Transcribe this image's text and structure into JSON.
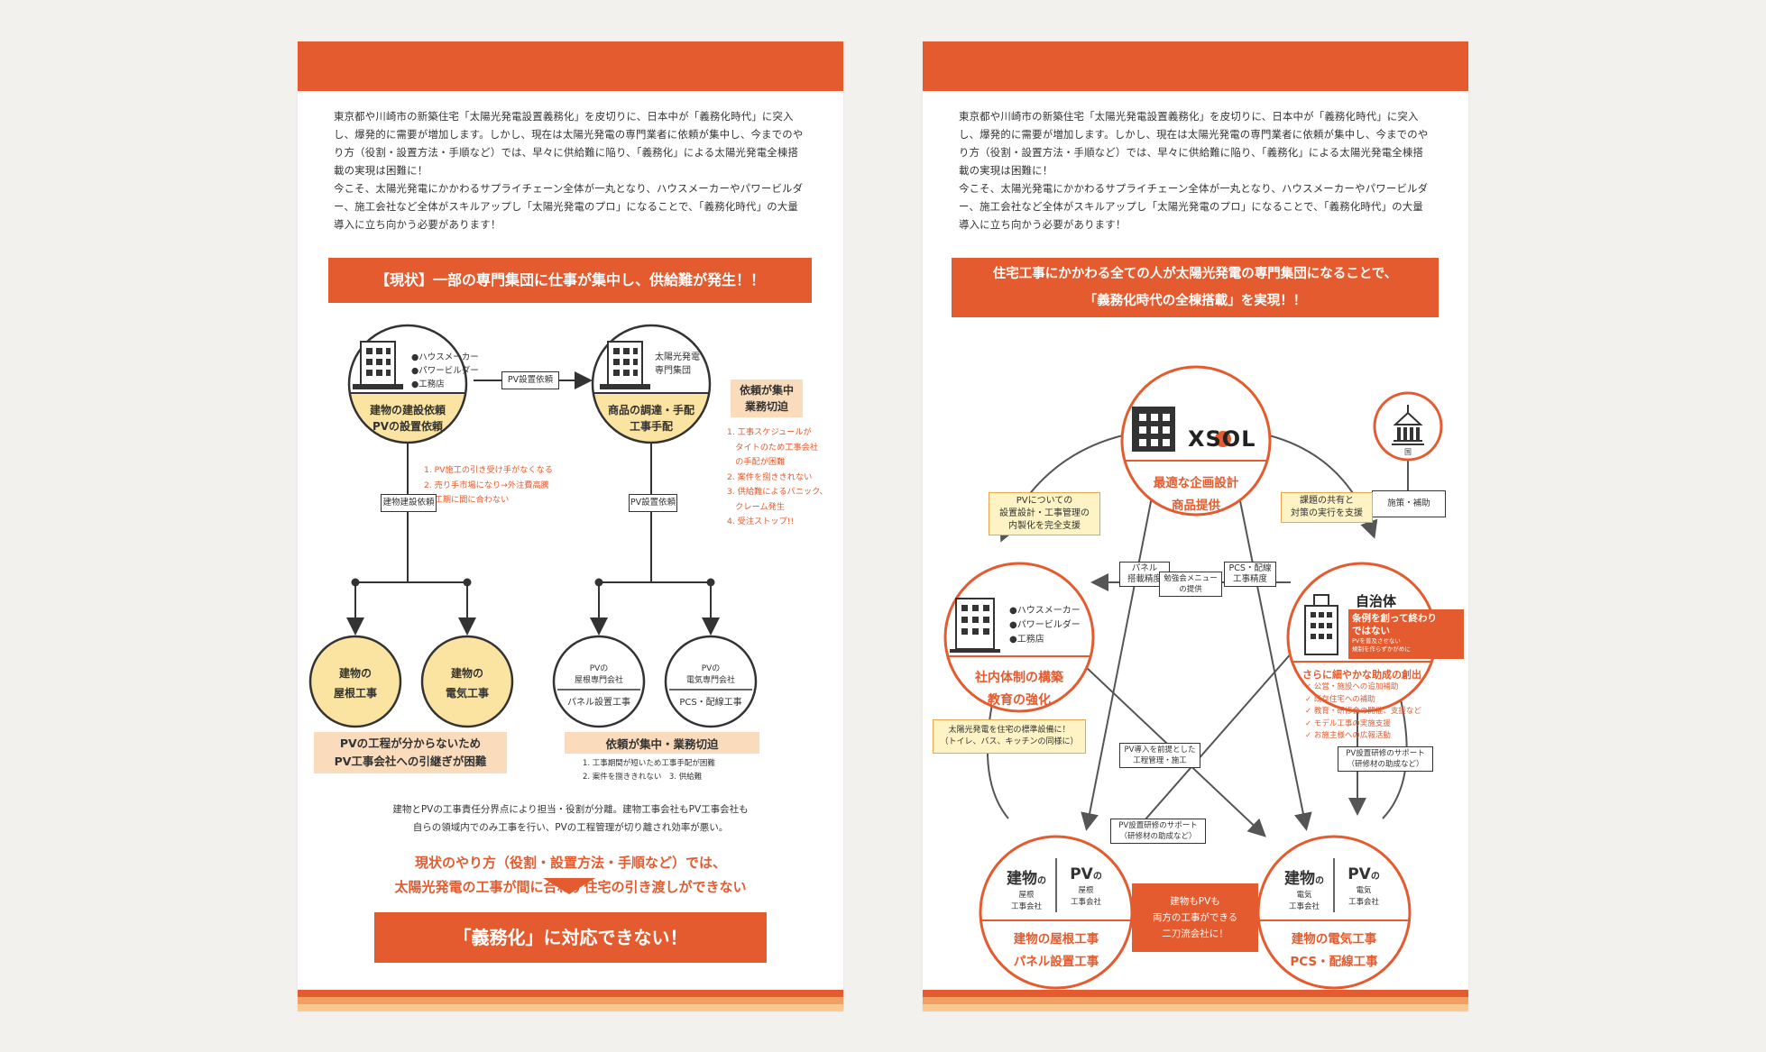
{
  "colors": {
    "accent": "#e35b2e",
    "cream": "#fbe4a2",
    "peach": "#fadcbc",
    "stripe1": "#e35b2e",
    "stripe2": "#f29f63",
    "stripe3": "#fbc98f"
  },
  "intro_text": "東京都や川崎市の新築住宅「太陽光発電設置義務化」を皮切りに、日本中が「義務化時代」に突入し、爆発的に需要が増加します。しかし、現在は太陽光発電の専門業者に依頼が集中し、今までのやり方（役割・設置方法・手順など）では、早々に供給難に陥り、「義務化」による太陽光発電全棟搭載の実現は困難に！\n今こそ、太陽光発電にかかわるサプライチェーン全体が一丸となり、ハウスメーカーやパワービルダー、施工会社など全体がスキルアップし「太陽光発電のプロ」になることで、「義務化時代」の大量導入に立ち向かう必要があります！",
  "left": {
    "banner": "【現状】一部の専門集団に仕事が集中し、供給難が発生！！",
    "builder_list": [
      "●ハウスメーカー",
      "●パワービルダー",
      "●工務店"
    ],
    "builder_caption": "建物の建設依頼\nPVの設置依頼",
    "pv_request_label": "PV設置依頼",
    "solar_company_name": "太陽光発電\n専門集団",
    "solar_caption": "商品の調達・手配\n工事手配",
    "concentration_box": "依頼が集中\n業務切迫",
    "builder_issues": "1. PV施工の引き受け手がなくなる\n2. 売り手市場になり→外注費高騰\n3. 工期に間に合わない",
    "solar_issues": "1. 工事スケジュールが\n　タイトのため工事会社\n　の手配が困難\n2. 案件を捌ききれない\n3. 供給難によるパニック、\n　クレーム発生\n4. 受注ストップ!!",
    "construction_request_label": "建物建設依頼",
    "pv_request_label2": "PV設置依頼",
    "roof_work": "建物の\n屋根工事",
    "electric_work": "建物の\n電気工事",
    "pv_roof_company": "PVの\n屋根専門会社",
    "pv_roof_work": "パネル設置工事",
    "pv_elec_company": "PVの\n電気専門会社",
    "pv_elec_work": "PCS・配線工事",
    "handover_problem": "PVの工程が分からないため\nPV工事会社への引継ぎが困難",
    "concentration_label": "依頼が集中・業務切迫",
    "concentration_issues": "1. 工事期間が短いため工事手配が困難\n2. 案件を捌ききれない　3. 供給難",
    "desc": "建物とPVの工事責任分界点により担当・役割が分離。建物工事会社もPV工事会社も\n自らの領域内でのみ工事を行い、PVの工程管理が切り離され効率が悪い。",
    "warning": "現状のやり方（役割・設置方法・手順など）では、\n太陽光発電の工事が間に合わず住宅の引き渡しができない",
    "final_banner": "「義務化」に対応できない！"
  },
  "right": {
    "banner": "住宅工事にかかわる全ての人が太陽光発電の専門集団になることで、\n「義務化時代の全棟搭載」を実現！！",
    "xsol_logo": "XSOL",
    "xsol_caption": "最適な企画設計\n商品提供",
    "gov_label": "国",
    "measure_label": "施策・補助",
    "note_xsol_to_builder": "PVについての\n設置設計・工事管理の\n内製化を完全支援",
    "note_xsol_to_muni": "課題の共有と\n対策の実行を支援",
    "panel_delivery": "パネル\n搭載精度",
    "pcs_delivery": "PCS・配線\n工事精度",
    "builder_list": [
      "●ハウスメーカー",
      "●パワービルダー",
      "●工務店"
    ],
    "builder_caption": "社内体制の構築\n教育の強化",
    "muni_title": "自治体",
    "muni_tag_main": "条例を創って終わり\nではない",
    "muni_tag_sub": "PVを普及させない\n規制を作らずかがめに",
    "muni_caption": "さらに細やかな助成の創出",
    "muni_list": "✓ 公営・施設への追加補助\n✓ 既存住宅への補助\n✓ 教育・研修会の開催、支援など\n✓ モデル工事の実施支援\n✓ お施主様への広報活動",
    "seminar_label": "勉強会メニュー\nの提供",
    "note_pv_standard": "太陽光発電を住宅の標準設備に！\n（トイレ、バス、キッチンの同様に）",
    "pv_training_support": "PV導入を前提とした\n工程管理・施工",
    "pv_support_right": "PV設置研修のサポート\n（研修材の助成など）",
    "pv_support_left": "PV設置研修のサポート\n（研修材の助成など）",
    "roof_bldg": "建物",
    "roof_bldg_sub": "の",
    "roof_bldg_type": "屋根\n工事会社",
    "roof_pv": "PV",
    "roof_pv_sub": "の",
    "roof_pv_type": "屋根\n工事会社",
    "roof_caption": "建物の屋根工事\nパネル設置工事",
    "elec_bldg": "建物",
    "elec_bldg_sub": "の",
    "elec_bldg_type": "電気\n工事会社",
    "elec_pv": "PV",
    "elec_pv_sub": "の",
    "elec_pv_type": "電気\n工事会社",
    "elec_caption": "建物の電気工事\nPCS・配線工事",
    "both_label": "建物もPVも\n両方の工事ができる\n二刀流会社に！"
  }
}
